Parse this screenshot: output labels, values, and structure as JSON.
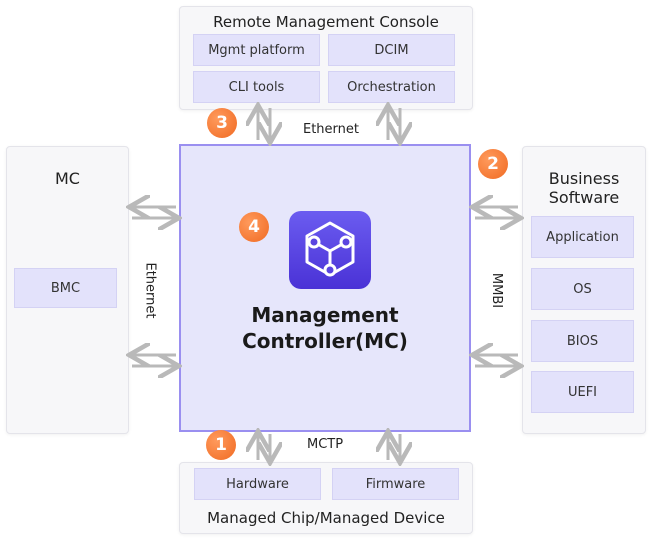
{
  "top": {
    "title": "Remote Management Console",
    "items": [
      "Mgmt platform",
      "DCIM",
      "CLI tools",
      "Orchestration"
    ]
  },
  "left": {
    "title": "MC",
    "items": [
      "BMC"
    ]
  },
  "right": {
    "title": "Business Software",
    "items": [
      "Application",
      "OS",
      "BIOS",
      "UEFI"
    ]
  },
  "bottom": {
    "title": "Managed Chip/Managed Device",
    "items": [
      "Hardware",
      "Firmware"
    ]
  },
  "center": {
    "title": "Management Controller(MC)"
  },
  "connections": {
    "top": "Ethernet",
    "left": "Ethernet",
    "right": "MMBI",
    "bottom": "MCTP"
  },
  "badges": [
    "1",
    "2",
    "3",
    "4"
  ],
  "colors": {
    "accent": "#7b6cf0",
    "badge": "#f57a30",
    "chip": "#e3e2fb",
    "arrow": "#b9b9b9"
  }
}
